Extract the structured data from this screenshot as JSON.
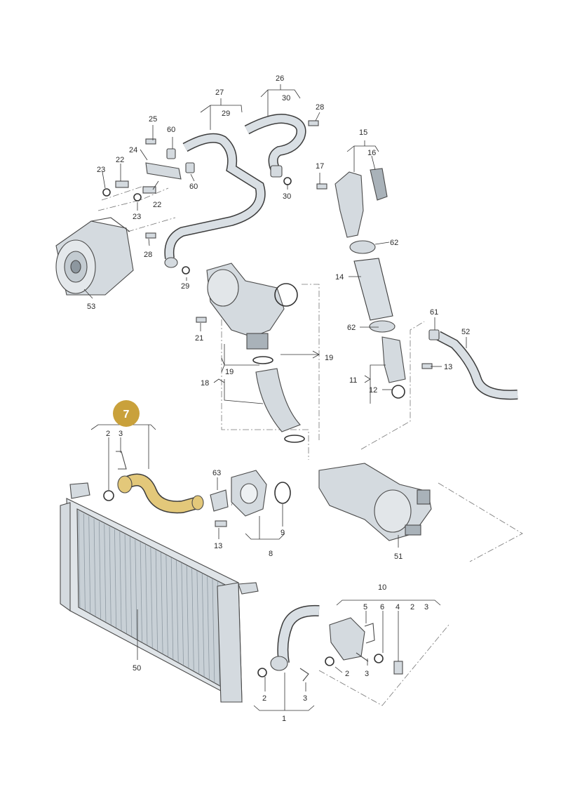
{
  "highlight": {
    "label": "7",
    "color": "#c9a13b",
    "highlight_part_color": "#e3c87a"
  },
  "labels": {
    "l26": "26",
    "l30a": "30",
    "l27": "27",
    "l29a": "29",
    "l28a": "28",
    "l25": "25",
    "l60a": "60",
    "l24": "24",
    "l22a": "22",
    "l23a": "23",
    "l60b": "60",
    "l22b": "22",
    "l23b": "23",
    "l30b": "30",
    "l17": "17",
    "l15": "15",
    "l16": "16",
    "l28b": "28",
    "l29b": "29",
    "l53": "53",
    "l62a": "62",
    "l14": "14",
    "l21": "21",
    "l19a": "19",
    "l19b": "19",
    "l18": "18",
    "l62b": "62",
    "l61": "61",
    "l52": "52",
    "l11": "11",
    "l13a": "13",
    "l12": "12",
    "l2a": "2",
    "l3a": "3",
    "l63": "63",
    "l9": "9",
    "l13b": "13",
    "l8": "8",
    "l51": "51",
    "l10": "10",
    "l5": "5",
    "l6": "6",
    "l4": "4",
    "l2b": "2",
    "l3b": "3",
    "l50": "50",
    "l2c": "2",
    "l3c": "3",
    "l2d": "2",
    "l3d": "3",
    "l1": "1"
  }
}
